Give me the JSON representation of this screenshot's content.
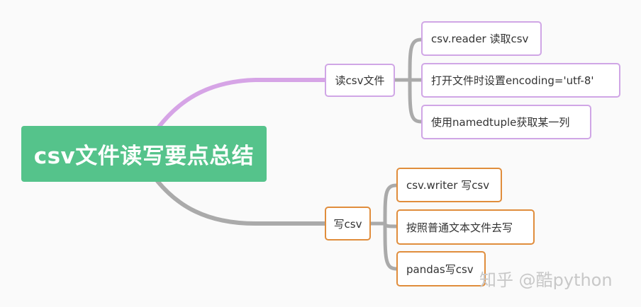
{
  "root": {
    "label": "csv文件读写要点总结"
  },
  "branches": [
    {
      "label": "读csv文件",
      "color": "#d6a4e6",
      "children": [
        {
          "label": "csv.reader 读取csv"
        },
        {
          "label": "打开文件时设置encoding='utf-8'"
        },
        {
          "label": "使用namedtuple获取某一列"
        }
      ]
    },
    {
      "label": "写csv",
      "color": "#aaaaaa",
      "children": [
        {
          "label": "csv.writer 写csv"
        },
        {
          "label": "按照普通文本文件去写"
        },
        {
          "label": "pandas写csv"
        }
      ]
    }
  ],
  "watermark": {
    "text": "知乎 @酷python"
  },
  "colors": {
    "root_fill": "#55c38b",
    "branch1_border": "#d0a6e6",
    "branch2_border": "#e08d3c",
    "connector_gray": "#aaaaaa"
  }
}
